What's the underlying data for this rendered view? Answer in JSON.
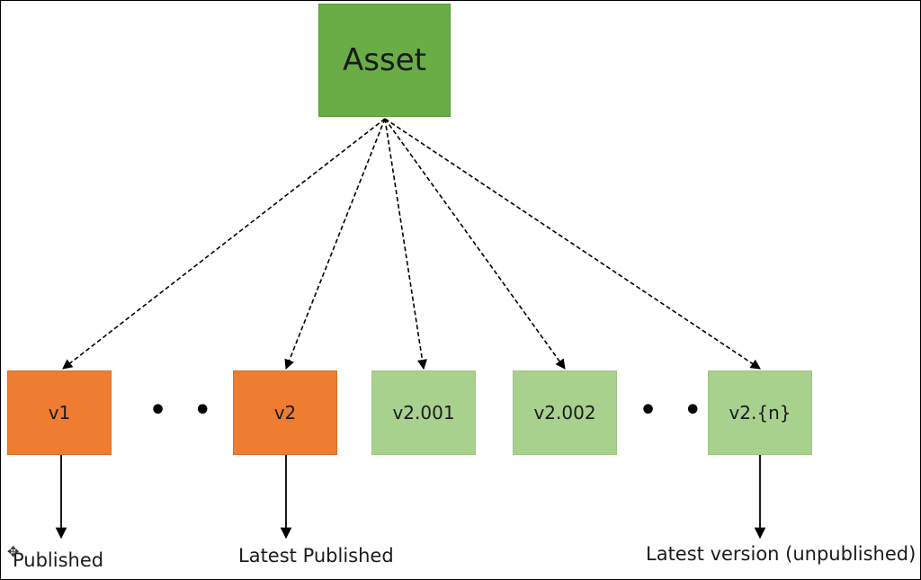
{
  "diagram": {
    "root": {
      "label": "Asset"
    },
    "versions": [
      {
        "id": "v1",
        "label": "v1",
        "status": "published"
      },
      {
        "id": "v2",
        "label": "v2",
        "status": "published"
      },
      {
        "id": "v2001",
        "label": "v2.001",
        "status": "unpublished"
      },
      {
        "id": "v2002",
        "label": "v2.002",
        "status": "unpublished"
      },
      {
        "id": "v2n",
        "label": "v2.{n}",
        "status": "unpublished"
      }
    ],
    "ellipsis": "• • •",
    "labels": {
      "published": "Published",
      "latest_published": "Latest Published",
      "latest_version": "Latest version (unpublished)"
    },
    "colors": {
      "root": "#6aac46",
      "published": "#ee7d31",
      "unpublished": "#a8d18e",
      "edge": "#000000"
    }
  }
}
